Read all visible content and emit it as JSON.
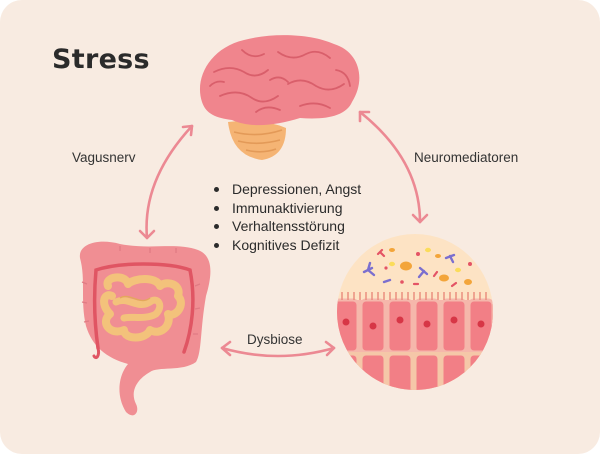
{
  "title": "Stress",
  "labels": {
    "brain_gut_axis": "Vagusnerv",
    "brain_microbiome_axis": "Neuromediatoren",
    "gut_microbiome_axis": "Dysbiose"
  },
  "effects": [
    "Depressionen, Angst",
    "Immunaktivierung",
    "Verhaltensstörung",
    "Kognitives Defizit"
  ],
  "colors": {
    "background": "#f8ebe1",
    "arrow": "#ec8993",
    "brain": "#f0858d",
    "cerebellum": "#f5b474",
    "intestine": "#f08e93",
    "small_intestine": "#f3c27b",
    "microbiome_bg": "#fde3c4",
    "cells": "#f27f86"
  }
}
